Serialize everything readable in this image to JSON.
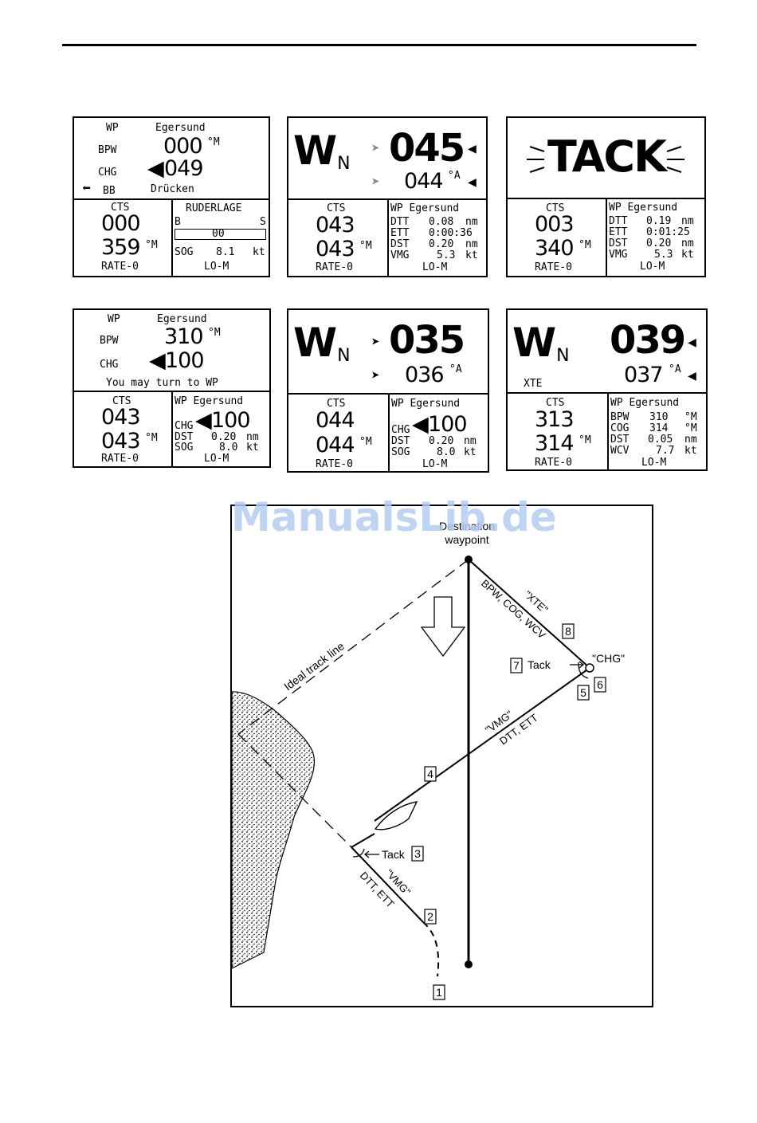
{
  "screens": {
    "s1": {
      "wp_label": "WP",
      "wp_name": "Egersund",
      "bpw_label": "BPW",
      "bpw_value": "000",
      "bpw_unit": "°M",
      "chg_label": "CHG",
      "chg_value": "049",
      "side_label": "BB",
      "action_label": "Drücken",
      "cts_label": "CTS",
      "cts_value": "000",
      "heading_value": "359",
      "heading_unit": "°M",
      "rate": "RATE-0",
      "ruder_label": "RUDERLAGE",
      "ruder_b": "B",
      "ruder_s": "S",
      "ruder_value": "00",
      "sog_label": "SOG",
      "sog_value": "8.1",
      "sog_unit": "kt",
      "mode": "LO-M"
    },
    "s2": {
      "wn_main": "W",
      "wn_sub": "N",
      "big_value": "045",
      "small_value": "044",
      "small_unit": "°A",
      "cts_label": "CTS",
      "cts_value": "043",
      "heading_value": "043",
      "heading_unit": "°M",
      "rate": "RATE-0",
      "wp_title": "WP Egersund",
      "rows": [
        {
          "label": "DTT",
          "value": "0.08",
          "unit": "nm"
        },
        {
          "label": "ETT",
          "value": "0:00:36",
          "unit": ""
        },
        {
          "label": "DST",
          "value": "0.20",
          "unit": "nm"
        },
        {
          "label": "VMG",
          "value": "5.3",
          "unit": "kt"
        }
      ],
      "mode": "LO-M"
    },
    "s3": {
      "tack_text": "TACK",
      "cts_label": "CTS",
      "cts_value": "003",
      "heading_value": "340",
      "heading_unit": "°M",
      "rate": "RATE-0",
      "wp_title": "WP Egersund",
      "rows": [
        {
          "label": "DTT",
          "value": "0.19",
          "unit": "nm"
        },
        {
          "label": "ETT",
          "value": "0:01:25",
          "unit": ""
        },
        {
          "label": "DST",
          "value": "0.20",
          "unit": "nm"
        },
        {
          "label": "VMG",
          "value": "5.3",
          "unit": "kt"
        }
      ],
      "mode": "LO-M"
    },
    "s4": {
      "wp_label": "WP",
      "wp_name": "Egersund",
      "bpw_label": "BPW",
      "bpw_value": "310",
      "bpw_unit": "°M",
      "chg_label": "CHG",
      "chg_value": "100",
      "message": "You may turn to WP",
      "cts_label": "CTS",
      "cts_value": "043",
      "heading_value": "043",
      "heading_unit": "°M",
      "rate": "RATE-0",
      "wp_title": "WP Egersund",
      "chg_label2": "CHG",
      "chg_value2": "100",
      "rows": [
        {
          "label": "DST",
          "value": "0.20",
          "unit": "nm"
        },
        {
          "label": "SOG",
          "value": "8.0",
          "unit": "kt"
        }
      ],
      "mode": "LO-M"
    },
    "s5": {
      "wn_main": "W",
      "wn_sub": "N",
      "big_value": "035",
      "small_value": "036",
      "small_unit": "°A",
      "cts_label": "CTS",
      "cts_value": "044",
      "heading_value": "044",
      "heading_unit": "°M",
      "rate": "RATE-0",
      "wp_title": "WP Egersund",
      "chg_label2": "CHG",
      "chg_value2": "100",
      "rows": [
        {
          "label": "DST",
          "value": "0.20",
          "unit": "nm"
        },
        {
          "label": "SOG",
          "value": "8.0",
          "unit": "kt"
        }
      ],
      "mode": "LO-M"
    },
    "s6": {
      "wn_main": "W",
      "wn_sub": "N",
      "xte_label": "XTE",
      "big_value": "039",
      "small_value": "037",
      "small_unit": "°A",
      "cts_label": "CTS",
      "cts_value": "313",
      "heading_value": "314",
      "heading_unit": "°M",
      "rate": "RATE-0",
      "wp_title": "WP Egersund",
      "rows": [
        {
          "label": "BPW",
          "value": "310",
          "unit": "°M"
        },
        {
          "label": "COG",
          "value": "314",
          "unit": "°M"
        },
        {
          "label": "DST",
          "value": "0.05",
          "unit": "nm"
        },
        {
          "label": "WCV",
          "value": "7.7",
          "unit": "kt"
        }
      ],
      "mode": "LO-M"
    }
  },
  "diagram": {
    "dest_line1": "Destination",
    "dest_line2": "waypoint",
    "ideal_track": "Ideal track line",
    "seg8_label": "BPW, COG, WCV",
    "seg8_quote": "\"XTE\"",
    "tack_top": "Tack",
    "chg_label": "\"CHG\"",
    "seg_mid_quote": "\"VMG\"",
    "seg_mid_label": "DTT, ETT",
    "tack_bottom": "Tack",
    "seg_low_quote": "\"VMG\"",
    "seg_low_label": "DTT, ETT",
    "boxes": [
      "1",
      "2",
      "3",
      "4",
      "5",
      "6",
      "7",
      "8"
    ]
  },
  "watermark": "ManualsLib.de"
}
